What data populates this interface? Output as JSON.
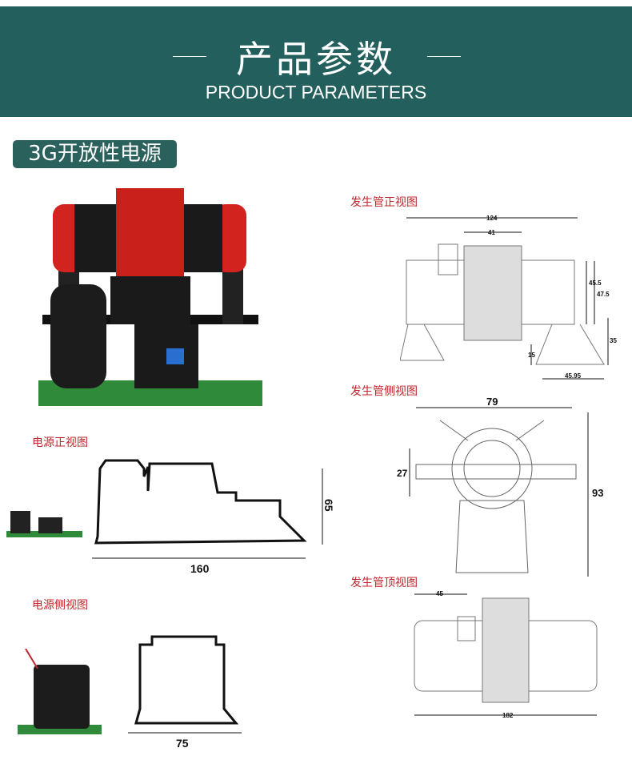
{
  "header": {
    "title_cn": "产品参数",
    "title_en": "PRODUCT PARAMETERS"
  },
  "section": {
    "badge": "3G开放性电源"
  },
  "views": {
    "tube_front": {
      "label": "发生管正视图",
      "dims": [
        "124",
        "41",
        "47.5",
        "45.5",
        "35",
        "15",
        "45.95"
      ]
    },
    "tube_side": {
      "label": "发生管侧视图",
      "dims": [
        "79",
        "27",
        "93"
      ]
    },
    "tube_top": {
      "label": "发生管顶视图",
      "dims": [
        "45",
        "182"
      ]
    },
    "psu_front": {
      "label": "电源正视图",
      "dims": [
        "160",
        "65"
      ]
    },
    "psu_side": {
      "label": "电源侧视图",
      "dims": [
        "75"
      ]
    }
  },
  "colors": {
    "header": "#23605d",
    "label": "#c0262c",
    "product_red": "#d2231f"
  }
}
